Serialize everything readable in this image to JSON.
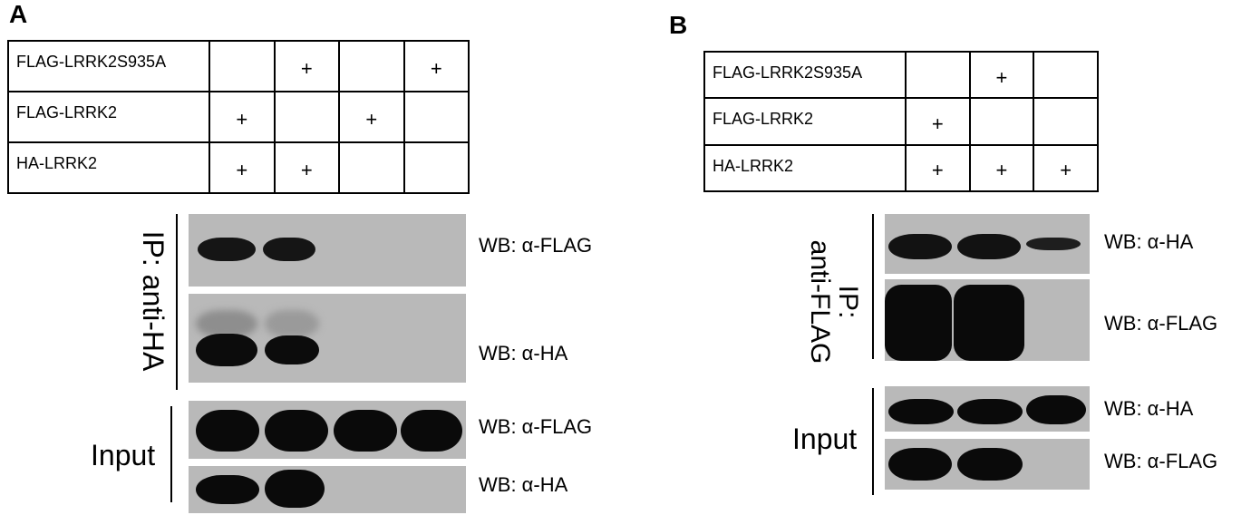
{
  "panels": [
    {
      "letter": "A",
      "rows": [
        {
          "label": "FLAG-LRRK2S935A",
          "cells": [
            "",
            "+",
            "",
            "+"
          ]
        },
        {
          "label": "FLAG-LRRK2",
          "cells": [
            "+",
            "",
            "+",
            ""
          ]
        },
        {
          "label": "HA-LRRK2",
          "cells": [
            "+",
            "+",
            "",
            ""
          ]
        }
      ],
      "ip_label": "IP: anti-HA",
      "input_label": "Input",
      "blots": [
        "WB: α-FLAG",
        "WB: α-HA",
        "WB: α-FLAG",
        "WB: α-HA"
      ]
    },
    {
      "letter": "B",
      "rows": [
        {
          "label": "FLAG-LRRK2S935A",
          "cells": [
            "",
            "+",
            ""
          ]
        },
        {
          "label": "FLAG-LRRK2",
          "cells": [
            "+",
            "",
            ""
          ]
        },
        {
          "label": "HA-LRRK2",
          "cells": [
            "+",
            "+",
            "+"
          ]
        }
      ],
      "ip_label_line1": "IP:",
      "ip_label_line2": "anti-FLAG",
      "input_label": "Input",
      "blots": [
        "WB: α-HA",
        "WB: α-FLAG",
        "WB: α-HA",
        "WB: α-FLAG"
      ]
    }
  ]
}
